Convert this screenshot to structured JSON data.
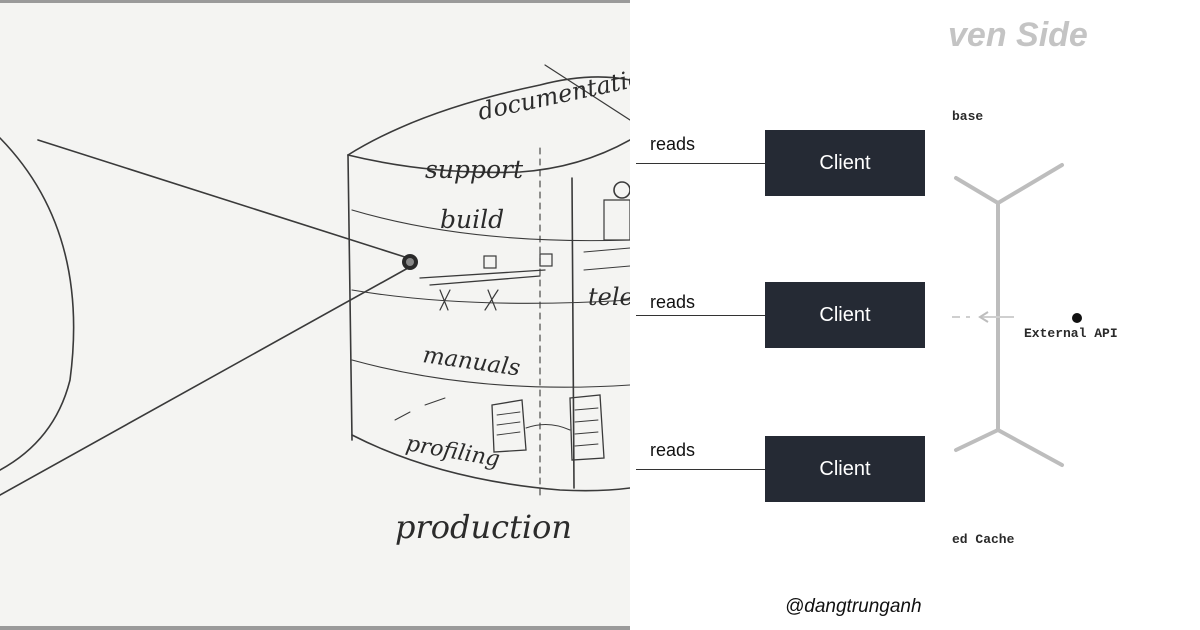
{
  "sketch": {
    "labels": {
      "documentation": "documentatio",
      "support": "support",
      "build": "build",
      "tele": "tele",
      "manuals": "manuals",
      "profiling": "profiling",
      "production": "production"
    }
  },
  "diagram": {
    "ghost_title": "ven Side",
    "database_label": "base",
    "external_api_label": "External API",
    "cache_label": "ed Cache",
    "clients": [
      {
        "edge_label": "reads",
        "label": "Client"
      },
      {
        "edge_label": "reads",
        "label": "Client"
      },
      {
        "edge_label": "reads",
        "label": "Client"
      }
    ],
    "handle": "@dangtrunganh"
  }
}
